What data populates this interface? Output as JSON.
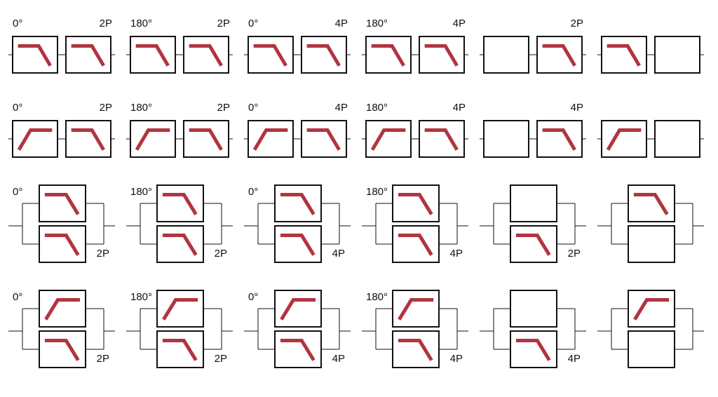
{
  "colors": {
    "curve": "#b13440",
    "box_stroke": "#111111",
    "wire": "#111111",
    "background": "#ffffff"
  },
  "rows": [
    {
      "layout": "series",
      "cells": [
        {
          "phase": "0°",
          "poles": "2P",
          "filters": [
            "lowpass",
            "lowpass"
          ]
        },
        {
          "phase": "180°",
          "poles": "2P",
          "filters": [
            "lowpass",
            "lowpass"
          ]
        },
        {
          "phase": "0°",
          "poles": "4P",
          "filters": [
            "lowpass",
            "lowpass"
          ]
        },
        {
          "phase": "180°",
          "poles": "4P",
          "filters": [
            "lowpass",
            "lowpass"
          ]
        },
        {
          "phase": "",
          "poles": "2P",
          "filters": [
            "empty",
            "lowpass"
          ]
        },
        {
          "phase": "",
          "poles": "",
          "filters": [
            "lowpass",
            "empty"
          ]
        }
      ]
    },
    {
      "layout": "series",
      "cells": [
        {
          "phase": "0°",
          "poles": "2P",
          "filters": [
            "highpass",
            "lowpass"
          ]
        },
        {
          "phase": "180°",
          "poles": "2P",
          "filters": [
            "highpass",
            "lowpass"
          ]
        },
        {
          "phase": "0°",
          "poles": "4P",
          "filters": [
            "highpass",
            "lowpass"
          ]
        },
        {
          "phase": "180°",
          "poles": "4P",
          "filters": [
            "highpass",
            "lowpass"
          ]
        },
        {
          "phase": "",
          "poles": "4P",
          "filters": [
            "empty",
            "lowpass"
          ]
        },
        {
          "phase": "",
          "poles": "",
          "filters": [
            "highpass",
            "empty"
          ]
        }
      ]
    },
    {
      "layout": "parallel",
      "cells": [
        {
          "phase": "0°",
          "poles": "2P",
          "filters": [
            "lowpass",
            "lowpass"
          ]
        },
        {
          "phase": "180°",
          "poles": "2P",
          "filters": [
            "lowpass",
            "lowpass"
          ]
        },
        {
          "phase": "0°",
          "poles": "4P",
          "filters": [
            "lowpass",
            "lowpass"
          ]
        },
        {
          "phase": "180°",
          "poles": "4P",
          "filters": [
            "lowpass",
            "lowpass"
          ]
        },
        {
          "phase": "",
          "poles": "2P",
          "filters": [
            "empty",
            "lowpass"
          ]
        },
        {
          "phase": "",
          "poles": "",
          "filters": [
            "lowpass",
            "empty"
          ]
        }
      ]
    },
    {
      "layout": "parallel",
      "cells": [
        {
          "phase": "0°",
          "poles": "2P",
          "filters": [
            "highpass",
            "lowpass"
          ]
        },
        {
          "phase": "180°",
          "poles": "2P",
          "filters": [
            "highpass",
            "lowpass"
          ]
        },
        {
          "phase": "0°",
          "poles": "4P",
          "filters": [
            "highpass",
            "lowpass"
          ]
        },
        {
          "phase": "180°",
          "poles": "4P",
          "filters": [
            "highpass",
            "lowpass"
          ]
        },
        {
          "phase": "",
          "poles": "4P",
          "filters": [
            "empty",
            "lowpass"
          ]
        },
        {
          "phase": "",
          "poles": "",
          "filters": [
            "highpass",
            "empty"
          ]
        }
      ]
    }
  ]
}
